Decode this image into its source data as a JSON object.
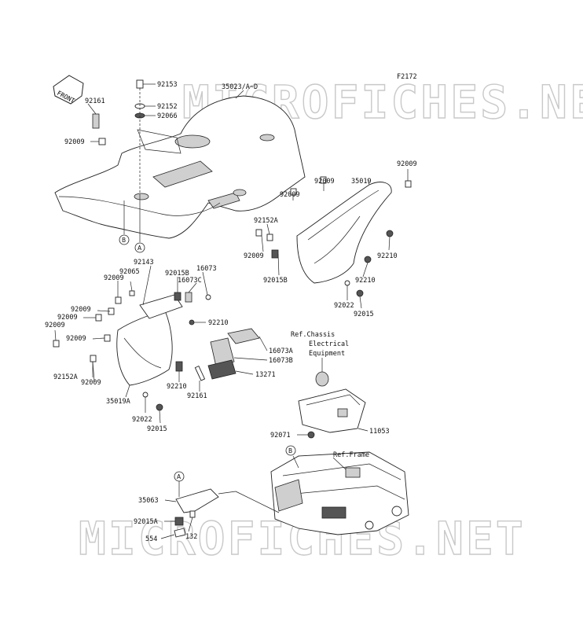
{
  "figure_code": "F2172",
  "front_label": "FRONT",
  "watermark": "MICROFICHES.NET",
  "markers": {
    "a": "A",
    "b": "B"
  },
  "references": {
    "chassis_line1": "Ref.Chassis",
    "chassis_line2": "Electrical",
    "chassis_line3": "Equipment",
    "frame": "Ref.Frame"
  },
  "labels": {
    "l92153": "92153",
    "l35023": "35023/A~D",
    "l92161a": "92161",
    "l92152": "92152",
    "l92066": "92066",
    "l92009a": "92009",
    "l92009b": "92009",
    "l92009c": "92009",
    "l35019": "35019",
    "l92152A_a": "92152A",
    "l92009d": "92009",
    "l92009e": "92009",
    "l92210a": "92210",
    "l92015B_a": "92015B",
    "l92210b": "92210",
    "l92022a": "92022",
    "l92015a": "92015",
    "l92143": "92143",
    "l92065": "92065",
    "l92009f": "92009",
    "l92015B_b": "92015B",
    "l16073": "16073",
    "l16073C": "16073C",
    "l92009g": "92009",
    "l92009h": "92009",
    "l92009i": "92009",
    "l92210c": "92210",
    "l92009j": "92009",
    "l16073A": "16073A",
    "l16073B": "16073B",
    "l92152A_b": "92152A",
    "l92009k": "92009",
    "l13271": "13271",
    "l92210d": "92210",
    "l92161b": "92161",
    "l35019A": "35019A",
    "l92022b": "92022",
    "l92015b": "92015",
    "l11053": "11053",
    "l92071": "92071",
    "l35063": "35063",
    "l92015A": "92015A",
    "l554": "554",
    "l132": "132"
  }
}
